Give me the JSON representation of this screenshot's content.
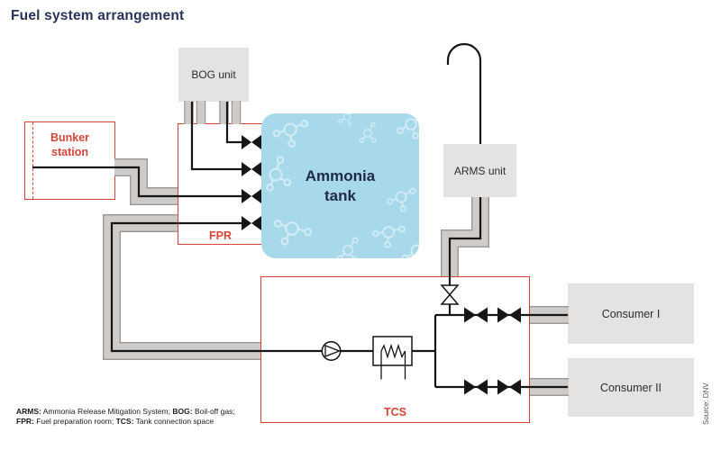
{
  "title": "Fuel system arrangement",
  "diagram": {
    "bog_unit": "BOG unit",
    "bunker_station": "Bunker\nstation",
    "fpr_label": "FPR",
    "ammonia_tank": "Ammonia\ntank",
    "arms_unit": "ARMS unit",
    "tcs_label": "TCS",
    "consumer1": "Consumer I",
    "consumer2": "Consumer II"
  },
  "footnote_lines": [
    [
      {
        "text": "ARMS:",
        "bold": true
      },
      {
        "text": " Ammonia Release Mitigation System; ",
        "bold": false
      },
      {
        "text": "BOG:",
        "bold": true
      },
      {
        "text": " Boil-off gas;",
        "bold": false
      }
    ],
    [
      {
        "text": "FPR:",
        "bold": true
      },
      {
        "text": " Fuel preparation room; ",
        "bold": false
      },
      {
        "text": "TCS:",
        "bold": true
      },
      {
        "text": " Tank connection space",
        "bold": false
      }
    ]
  ],
  "source": "Source: DNV",
  "colors": {
    "red": "#d74437",
    "navy": "#273359",
    "tank_blue": "#a7d9ea",
    "box_gray": "#e5e3e1",
    "pipe_fill": "#cecbc8",
    "pipe_edge": "#9b9895",
    "line_black": "#161616"
  }
}
